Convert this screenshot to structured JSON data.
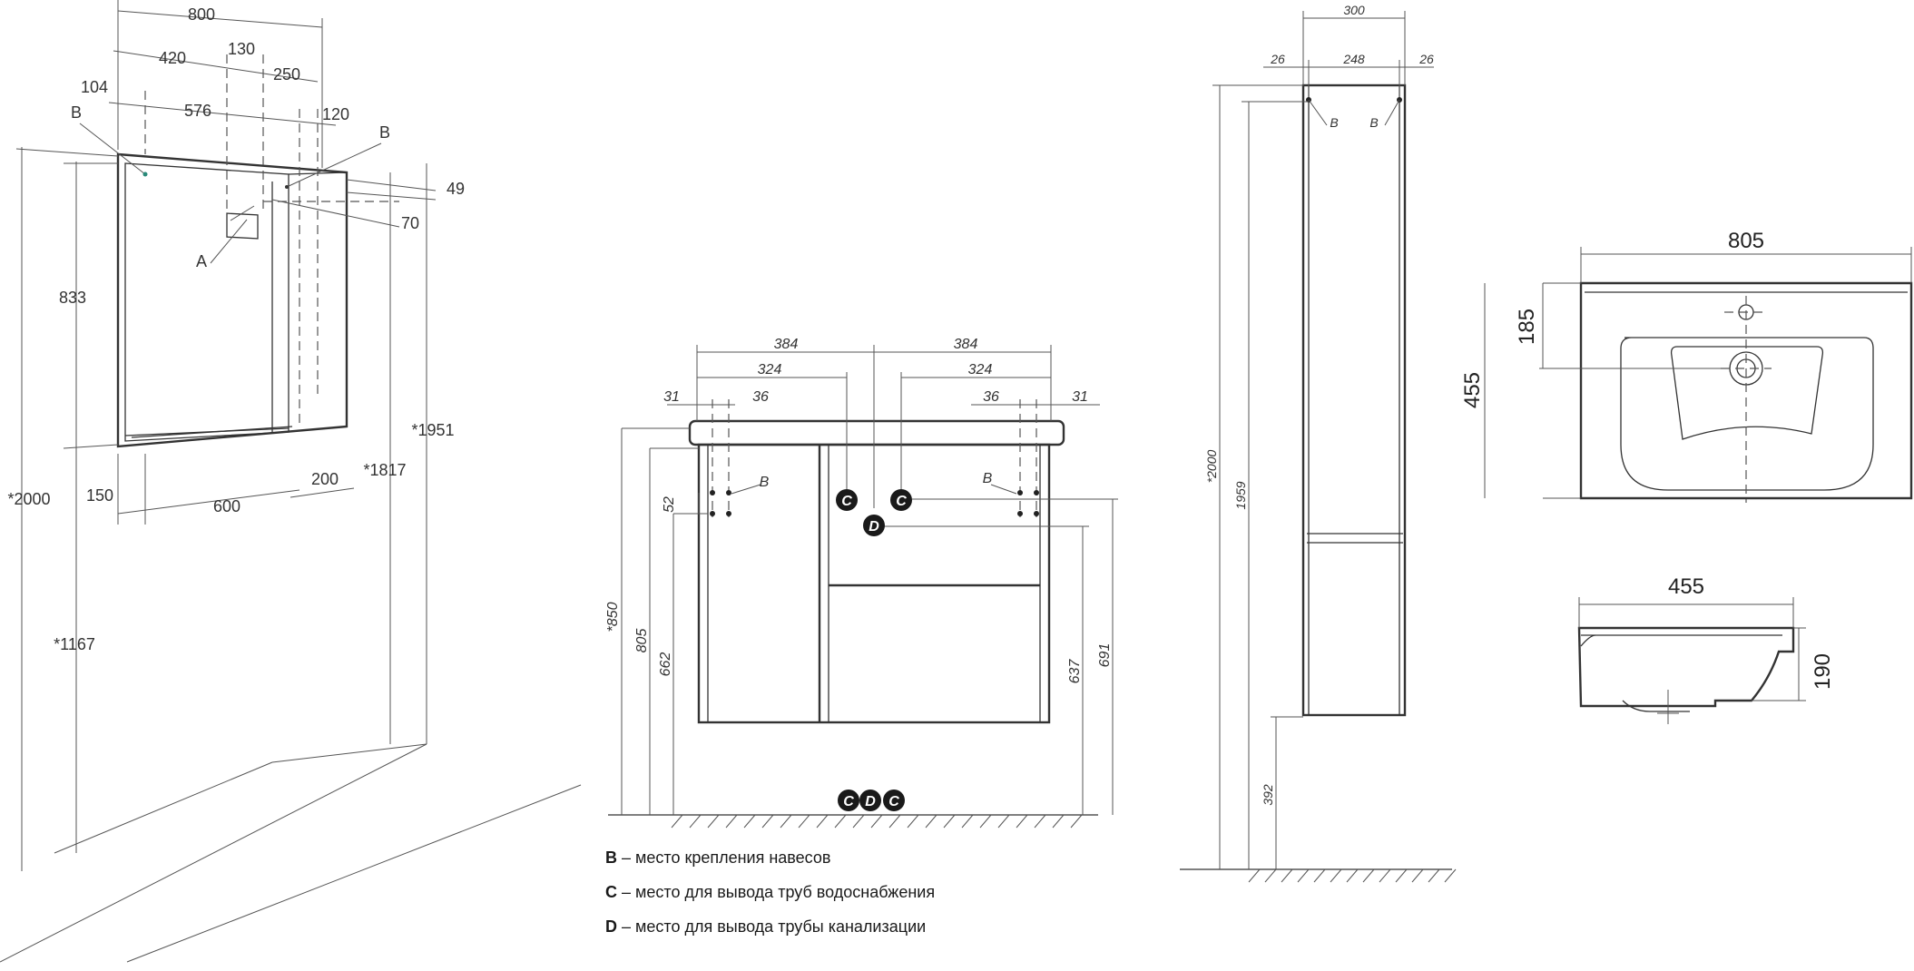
{
  "mirror_cabinet": {
    "dims": {
      "width_total": "800",
      "d420": "420",
      "d130": "130",
      "d250": "250",
      "d104": "104",
      "d576": "576",
      "d120": "120",
      "d49": "49",
      "d70": "70",
      "d833": "833",
      "h1951": "*1951",
      "h1817": "*1817",
      "h2000": "*2000",
      "h1167": "*1167",
      "d150": "150",
      "d600": "600",
      "d200": "200"
    },
    "labels": {
      "hinge_b_left": "B",
      "hinge_b_right": "B",
      "socket_a": "A"
    }
  },
  "vanity": {
    "dims": {
      "top_left_384": "384",
      "top_right_384": "384",
      "left_324": "324",
      "right_324": "324",
      "left_31": "31",
      "left_36": "36",
      "right_36": "36",
      "right_31": "31",
      "d52": "52",
      "h850": "*850",
      "h805": "805",
      "h662": "662",
      "h637": "637",
      "h691": "691"
    },
    "markers": {
      "c": "C",
      "d": "D",
      "b": "B"
    }
  },
  "column_cabinet": {
    "dims": {
      "w300": "300",
      "w26_left": "26",
      "w248": "248",
      "w26_right": "26",
      "h2000": "*2000",
      "h1959": "1959",
      "h392": "392"
    },
    "labels": {
      "b_left": "B",
      "b_right": "B"
    }
  },
  "basin": {
    "top_view": {
      "w805": "805",
      "d185": "185",
      "d455": "455"
    },
    "side_view": {
      "w455": "455",
      "h190": "190"
    }
  },
  "legend": [
    {
      "key": "B",
      "text": " – место крепления навесов"
    },
    {
      "key": "C",
      "text": " – место для вывода труб водоснабжения"
    },
    {
      "key": "D",
      "text": " – место для вывода трубы канализации"
    }
  ]
}
